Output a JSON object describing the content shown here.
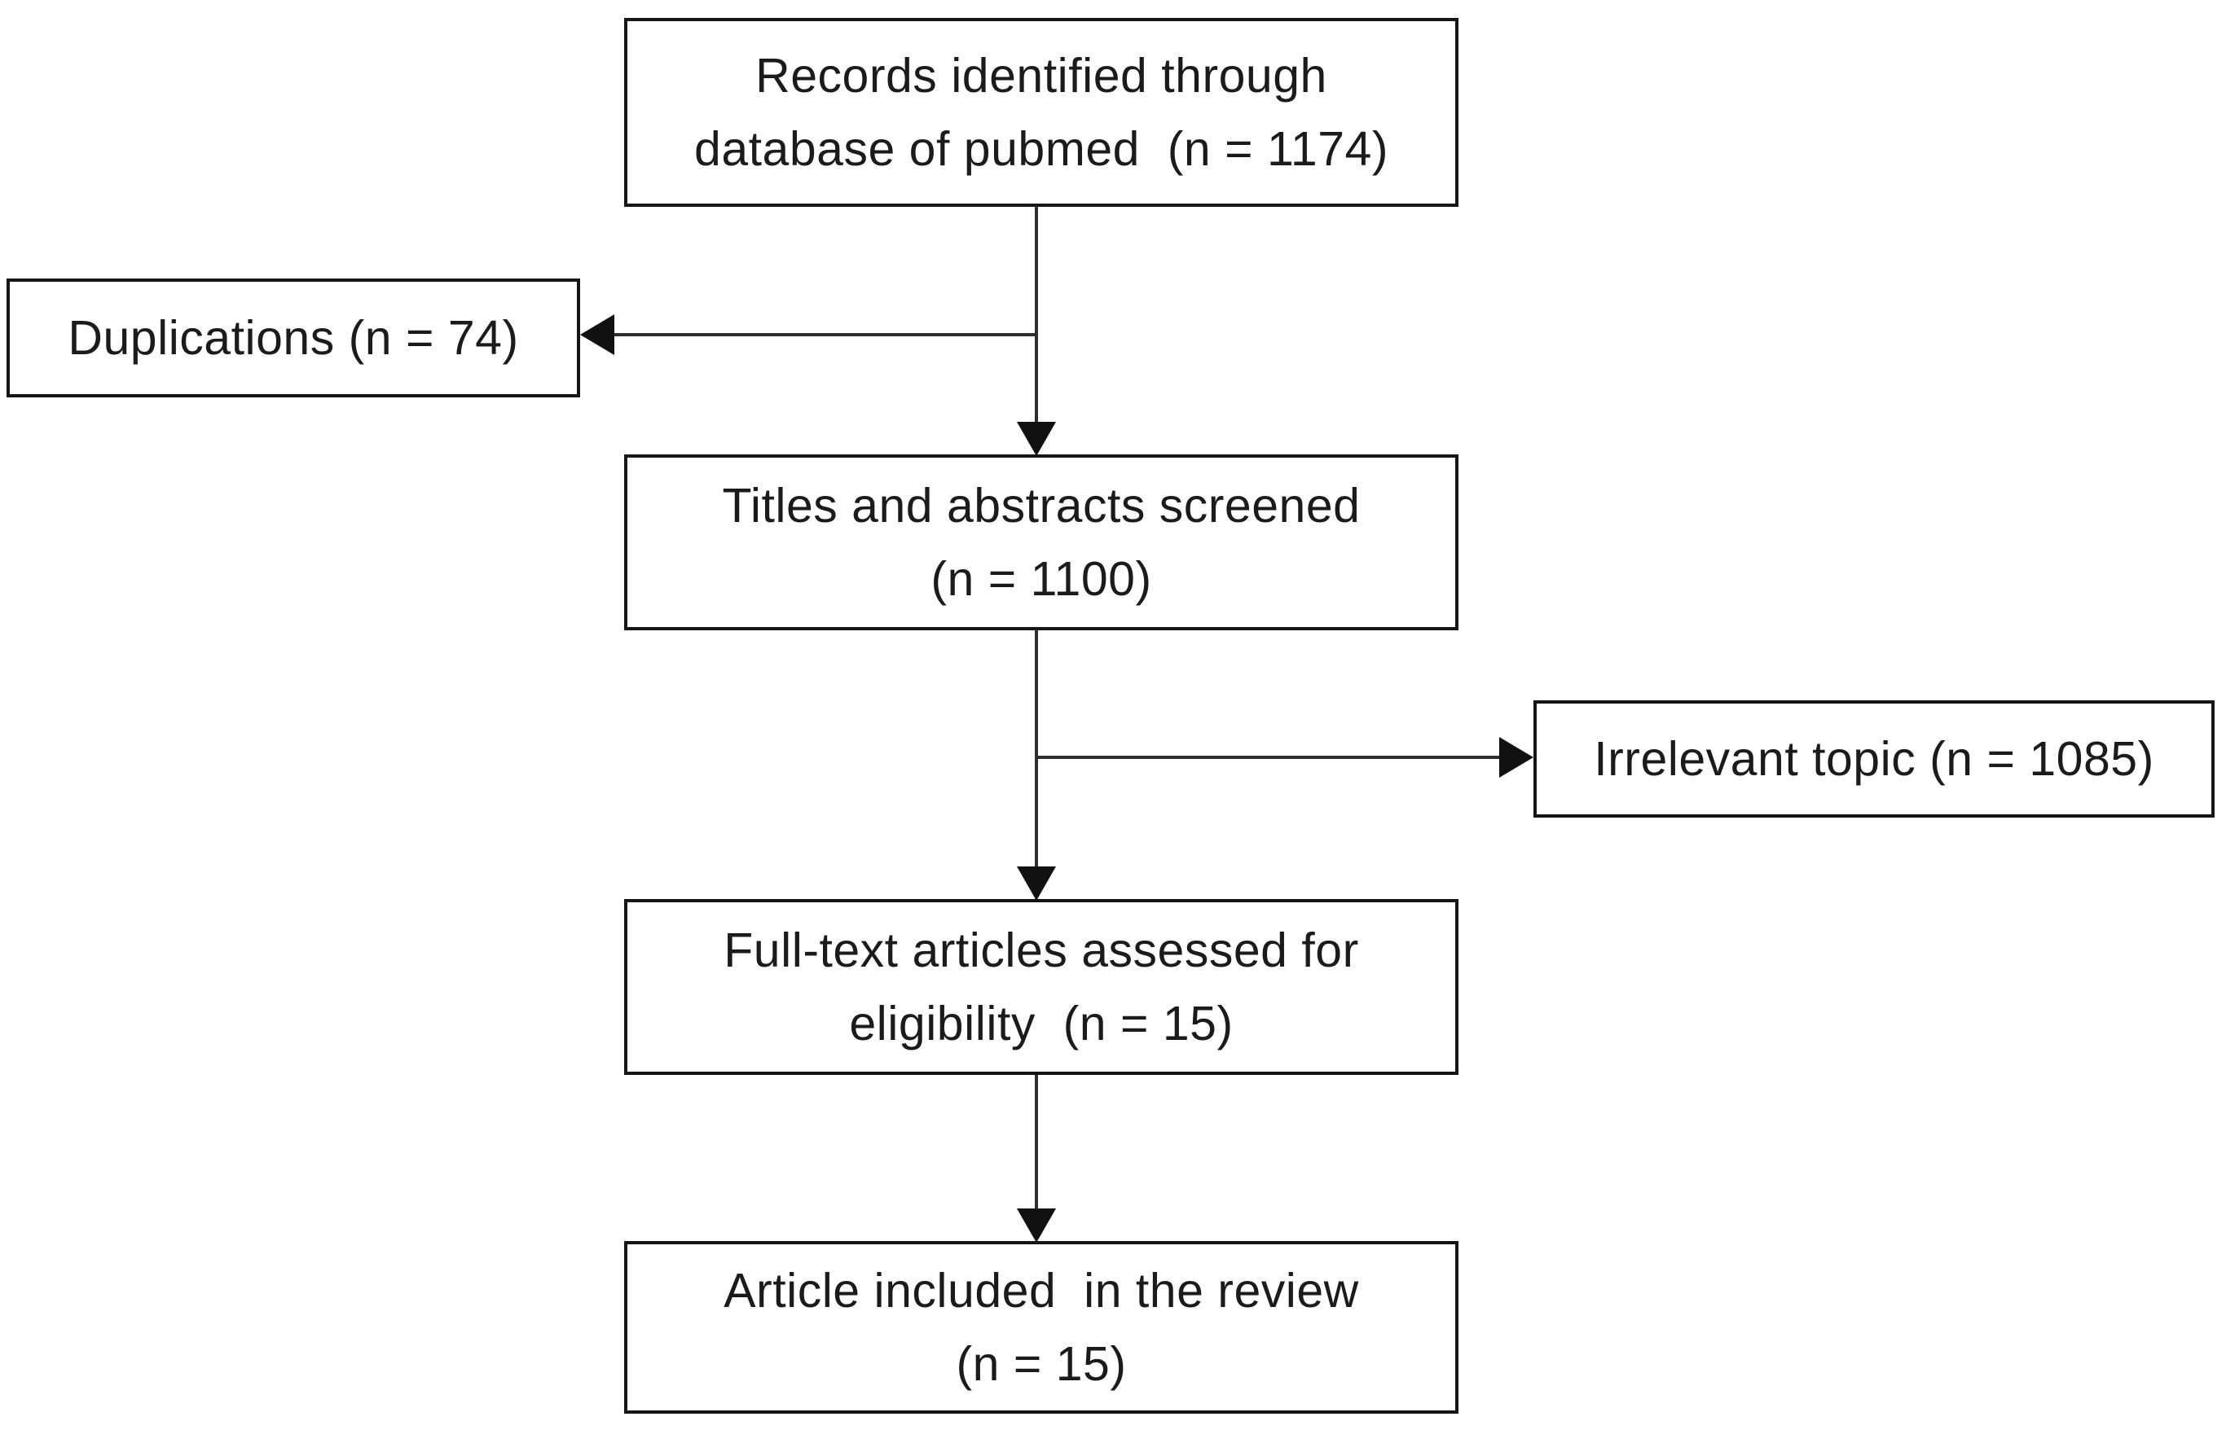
{
  "diagram": {
    "type": "flowchart",
    "description": "Study selection flow diagram (PRISMA-style)",
    "background_color": "#ffffff",
    "box_border_color": "#161616",
    "line_color": "#2e2e2e",
    "text_color": "#1b1b1b",
    "nodes": [
      {
        "id": "records",
        "text": "Records identified through\ndatabase of pubmed  (n = 1174)",
        "n": 1174
      },
      {
        "id": "duplications",
        "text": "Duplications (n = 74)",
        "n": 74
      },
      {
        "id": "screened",
        "text": "Titles and abstracts screened\n(n = 1100)",
        "n": 1100
      },
      {
        "id": "irrelevant",
        "text": "Irrelevant topic (n = 1085)",
        "n": 1085
      },
      {
        "id": "fulltext",
        "text": "Full-text articles assessed for\neligibility  (n = 15)",
        "n": 15
      },
      {
        "id": "included",
        "text": "Article included  in the review\n(n = 15)",
        "n": 15
      }
    ],
    "edges": [
      {
        "from": "records",
        "to": "screened",
        "direction": "down"
      },
      {
        "from": "records",
        "to": "duplications",
        "direction": "left"
      },
      {
        "from": "screened",
        "to": "fulltext",
        "direction": "down"
      },
      {
        "from": "screened",
        "to": "irrelevant",
        "direction": "right"
      },
      {
        "from": "fulltext",
        "to": "included",
        "direction": "down"
      }
    ]
  }
}
